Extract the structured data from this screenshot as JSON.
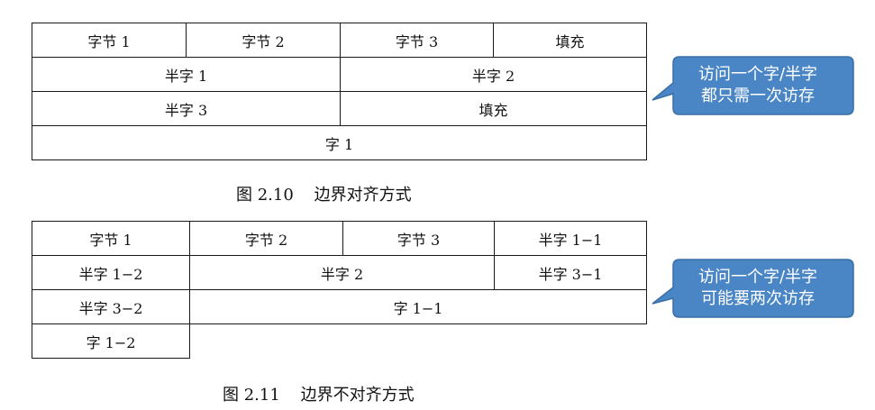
{
  "figure_2_10": {
    "rows": [
      [
        "字节 1",
        "字节 2",
        "字节 3",
        "填充"
      ],
      [
        "半字 1",
        "半字 2"
      ],
      [
        "半字 3",
        "填充"
      ],
      [
        "字 1"
      ]
    ],
    "caption": "图 2.10    边界对齐方式",
    "callout": {
      "line1": "访问一个字/半字",
      "line2": "都只需一次访存"
    }
  },
  "figure_2_11": {
    "rows": [
      [
        "字节 1",
        "字节 2",
        "字节 3",
        "半字 1−1"
      ],
      [
        "半字 1−2",
        "半字 2",
        "半字 3−1"
      ],
      [
        "半字 3−2",
        "字 1−1"
      ],
      [
        "字 1−2"
      ]
    ],
    "caption": "图 2.11    边界不对齐方式",
    "callout": {
      "line1": "访问一个字/半字",
      "line2": "可能要两次访存"
    }
  },
  "colors": {
    "callout_fill": "#4a86c5",
    "callout_border": "#3a6fa6",
    "grid": "#1a1a1a"
  }
}
